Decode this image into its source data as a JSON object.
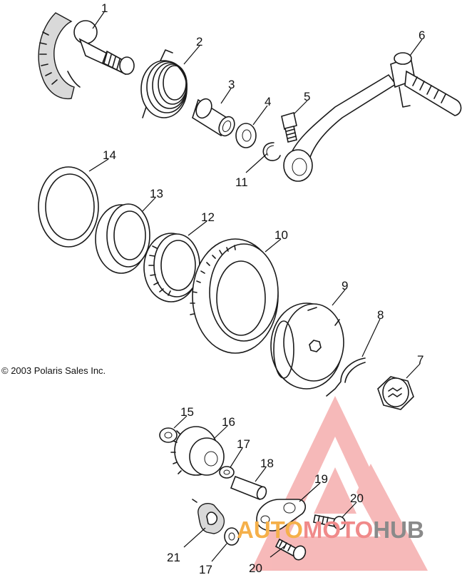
{
  "copyright": "© 2003 Polaris Sales Inc.",
  "callouts": [
    "1",
    "2",
    "3",
    "4",
    "5",
    "6",
    "7",
    "8",
    "9",
    "10",
    "11",
    "12",
    "13",
    "14",
    "15",
    "16",
    "17",
    "18",
    "19",
    "20",
    "20",
    "21",
    "17"
  ],
  "watermark": {
    "part1": "AUTO",
    "part2": "MOTO",
    "part3": "HUB",
    "colors": {
      "logo": "#f08080",
      "auto": "#f5b04a",
      "moto": "#f08a8a",
      "hub": "#8a8a8a"
    }
  },
  "icons": [
    "watermark-logo"
  ]
}
